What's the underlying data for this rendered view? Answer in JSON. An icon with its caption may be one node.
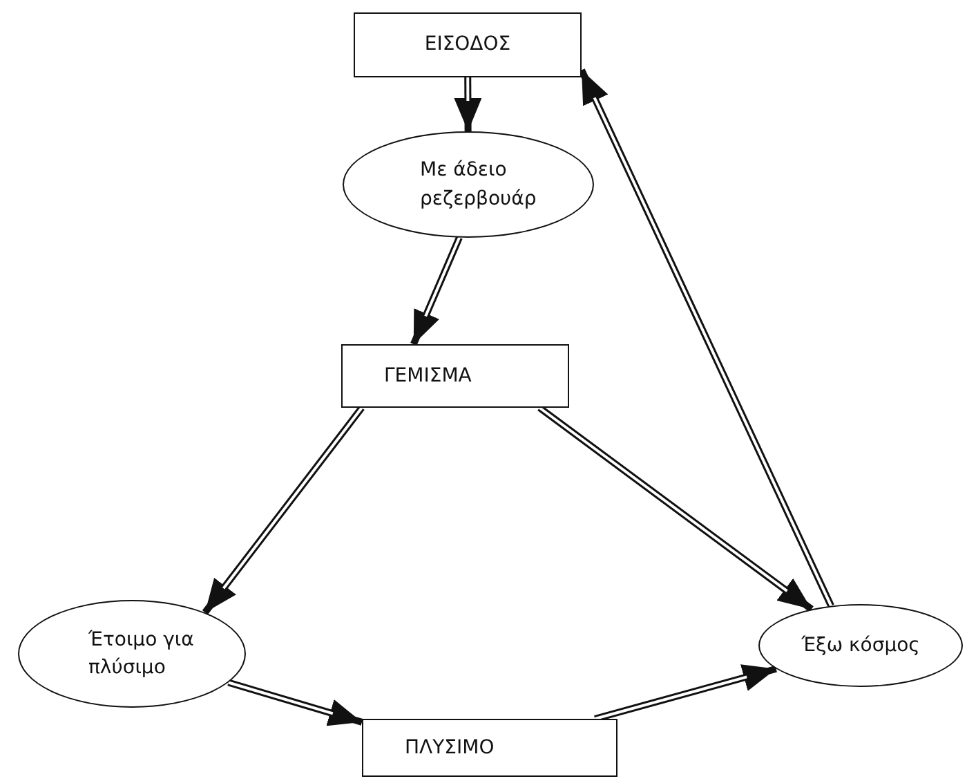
{
  "diagram": {
    "nodes": [
      {
        "text": [
          "ΕΙΣΟΔΟΣ"
        ]
      },
      {
        "text": [
          "Με άδειο ρεζερβουάρ"
        ]
      },
      {
        "text": [
          "ΓΕΜΙΣΜΑ"
        ]
      },
      {
        "text": [
          "Έτοιμο για πλύσιμο"
        ]
      },
      {
        "text": [
          "ΠΛΥΣΙΜΟ"
        ]
      },
      {
        "text": [
          "Έξω κόσμος"
        ]
      }
    ],
    "edges": [
      {
        "from": 0,
        "to": 1,
        "arrow": "to"
      },
      {
        "from": 1,
        "to": 2,
        "arrow": "to"
      },
      {
        "from": 2,
        "to": 3,
        "arrow": "to"
      },
      {
        "from": 2,
        "to": 5,
        "arrow": "to"
      },
      {
        "from": 3,
        "to": 4,
        "arrow": "to"
      },
      {
        "from": 4,
        "to": 5,
        "arrow": "to"
      },
      {
        "from": 5,
        "to": 0,
        "arrow": "to"
      }
    ]
  }
}
